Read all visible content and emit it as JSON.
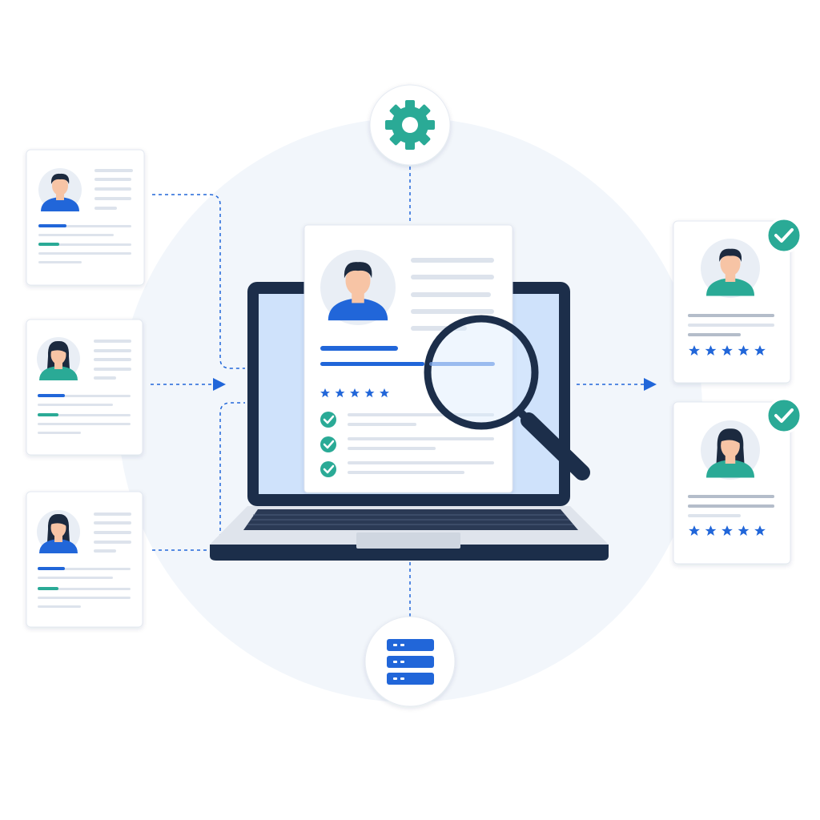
{
  "colors": {
    "background": "#ffffff",
    "halo": "#f1f6fc",
    "navy": "#1c2e4a",
    "blue": "#2166d9",
    "teal": "#2aaa96",
    "line_gray": "#dde3ec",
    "screen": "#cfe2fb",
    "skin": "#f7c4a5",
    "hair": "#1c2a3f"
  },
  "icons": {
    "top": "gear-icon",
    "bottom": "server-database-icon",
    "tool": "magnifying-glass-icon",
    "badge": "check-circle-icon",
    "rating": "star-icon"
  },
  "center_resume": {
    "rating_stars": 5,
    "checklist_items": 3
  },
  "input_profiles": [
    {
      "avatar": "male-avatar",
      "accent": "teal"
    },
    {
      "avatar": "female-avatar",
      "accent": "teal"
    },
    {
      "avatar": "female-avatar",
      "accent": "teal"
    }
  ],
  "shortlisted_profiles": [
    {
      "avatar": "male-avatar",
      "rating_stars": 5,
      "status": "check-circle-icon"
    },
    {
      "avatar": "female-avatar",
      "rating_stars": 5,
      "status": "check-circle-icon"
    }
  ]
}
